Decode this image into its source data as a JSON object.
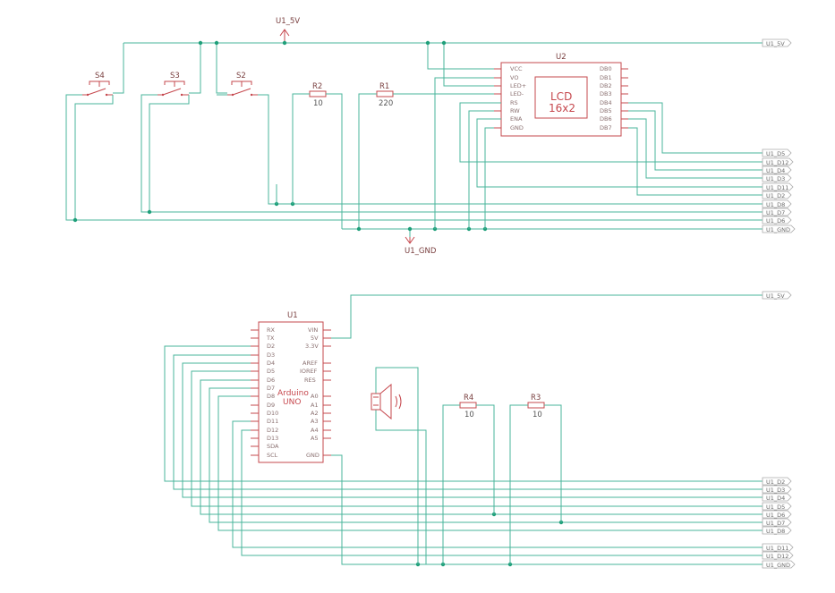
{
  "power": {
    "top_label": "U1_5V",
    "gnd_label": "U1_GND"
  },
  "switches": [
    {
      "ref": "S4"
    },
    {
      "ref": "S3"
    },
    {
      "ref": "S2"
    }
  ],
  "resistors": [
    {
      "ref": "R2",
      "value": "10"
    },
    {
      "ref": "R1",
      "value": "220"
    },
    {
      "ref": "R4",
      "value": "10"
    },
    {
      "ref": "R3",
      "value": "10"
    }
  ],
  "lcd": {
    "ref": "U2",
    "title_line1": "LCD",
    "title_line2": "16x2",
    "left_pins": [
      "VCC",
      "VO",
      "LED+",
      "LED-",
      "RS",
      "RW",
      "ENA",
      "GND"
    ],
    "right_pins": [
      "DB0",
      "DB1",
      "DB2",
      "DB3",
      "DB4",
      "DB5",
      "DB6",
      "DB7"
    ]
  },
  "arduino": {
    "ref": "U1",
    "title_line1": "Arduino",
    "title_line2": "UNO",
    "left_pins": [
      "RX",
      "TX",
      "D2",
      "D3",
      "D4",
      "D5",
      "D6",
      "D7",
      "D8",
      "D9",
      "D10",
      "D11",
      "D12",
      "D13",
      "SDA",
      "SCL"
    ],
    "right_pins": [
      "VIN",
      "5V",
      "3.3V",
      "AREF",
      "IOREF",
      "RES",
      "A0",
      "A1",
      "A2",
      "A3",
      "A4",
      "A5",
      "GND"
    ]
  },
  "top_net_tags": [
    "U1_5V",
    "U1_D5",
    "U1_D12",
    "U1_D4",
    "U1_D3",
    "U1_D11",
    "U1_D2",
    "U1_D8",
    "U1_D7",
    "U1_D6",
    "U1_GND"
  ],
  "bottom_net_tags": [
    "U1_5V",
    "U1_D2",
    "U1_D3",
    "U1_D4",
    "U1_D5",
    "U1_D6",
    "U1_D7",
    "U1_D8",
    "U1_D11",
    "U1_D12",
    "U1_GND"
  ],
  "colors": {
    "wire": "#49b49b",
    "component": "#c6484e",
    "junction": "#1f9f7a",
    "background": "#ffffff"
  }
}
